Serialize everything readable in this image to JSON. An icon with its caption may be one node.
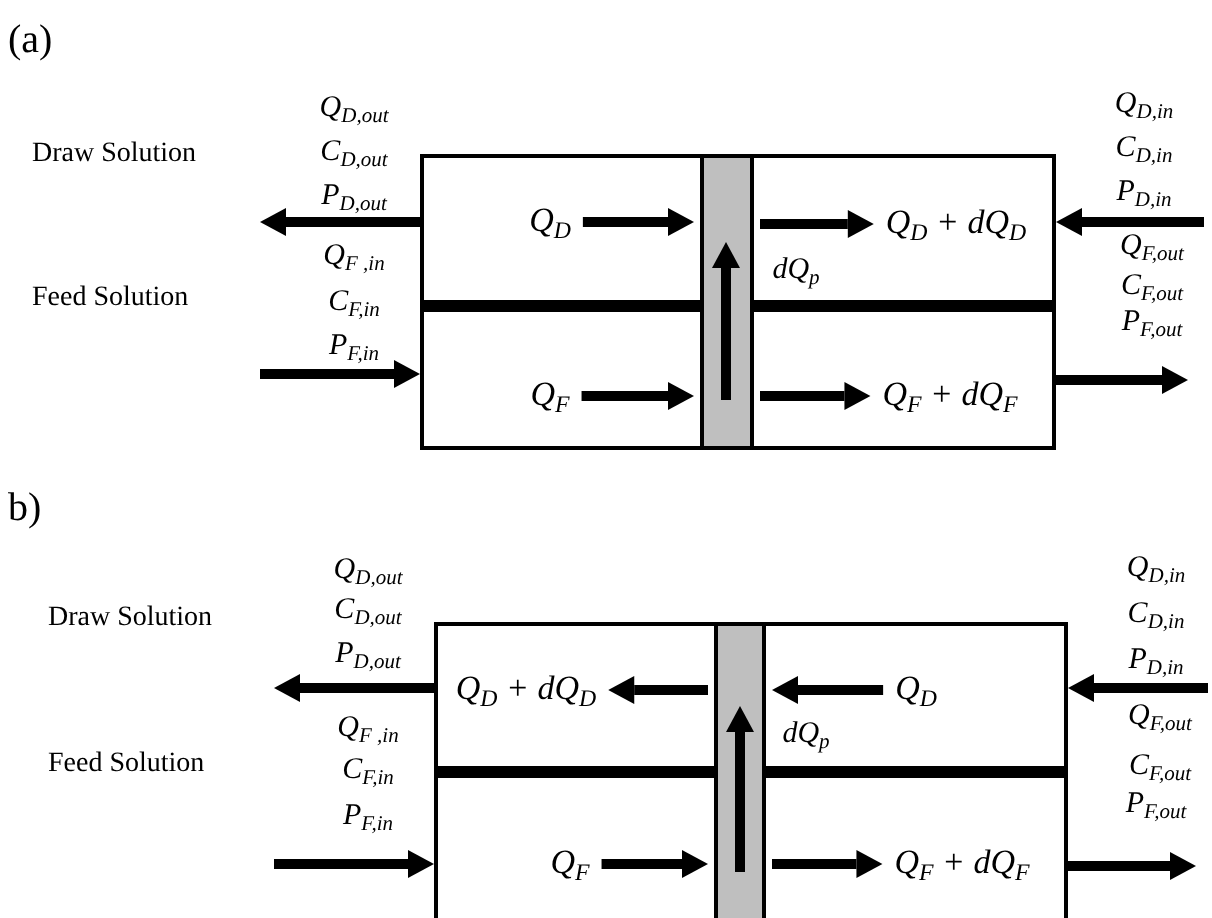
{
  "diagram": {
    "nodes": [
      {
        "text": [],
        "shape": "box"
      },
      {
        "text": [],
        "shape": "bar",
        "in": 0,
        "beside": [
          "dQ$_{p}$"
        ]
      },
      {
        "text": [
          "Q$_{D}$"
        ],
        "in": 0
      },
      {
        "text": [
          "Q$_{D}$ + dQ$_{D}$"
        ],
        "in": 0
      },
      {
        "text": [
          "Q$_{F}$"
        ],
        "in": 0
      },
      {
        "text": [
          "Q$_{F}$ + dQ$_{F}$"
        ],
        "in": 0
      },
      {
        "text": [],
        "shape": "box"
      },
      {
        "text": [],
        "shape": "bar",
        "in": 6,
        "beside": [
          "dQ$_{p}$"
        ]
      },
      {
        "text": [
          "Q$_{D}$ + dQ$_{D}$"
        ],
        "in": 6
      },
      {
        "text": [
          "Q$_{D}$"
        ],
        "in": 6
      },
      {
        "text": [
          "Q$_{F}$"
        ],
        "in": 6
      },
      {
        "text": [
          "Q$_{F}$ + dQ$_{F}$"
        ],
        "in": 6
      }
    ],
    "edges": [
      {
        "from": 2,
        "to": 1,
        "arrow": "to"
      },
      {
        "from": 1,
        "to": 3,
        "arrow": "to"
      },
      {
        "from": 4,
        "to": 1,
        "arrow": "to"
      },
      {
        "from": 1,
        "to": 5,
        "arrow": "to"
      },
      {
        "from": 0,
        "to": null,
        "arrow": "to"
      },
      {
        "from": null,
        "to": 0,
        "arrow": "to"
      },
      {
        "from": null,
        "to": 0,
        "arrow": "to"
      },
      {
        "from": 0,
        "to": null,
        "arrow": "to"
      },
      {
        "from": 9,
        "to": 7,
        "arrow": "to"
      },
      {
        "from": 7,
        "to": 8,
        "arrow": "to"
      },
      {
        "from": 10,
        "to": 7,
        "arrow": "to"
      },
      {
        "from": 7,
        "to": 11,
        "arrow": "to"
      },
      {
        "from": 6,
        "to": null,
        "arrow": "to"
      },
      {
        "from": null,
        "to": 6,
        "arrow": "to"
      },
      {
        "from": null,
        "to": 6,
        "arrow": "to"
      },
      {
        "from": 6,
        "to": null,
        "arrow": "to"
      }
    ],
    "labels": [
      "(a)",
      "Q$_{D,out}$",
      "Q$_{D,in}$",
      "Draw Solution",
      "C$_{D,out}$",
      "C$_{D,in}$",
      "P$_{D,out}$",
      "P$_{D,in}$",
      "Q$_{F ,in}$",
      "Q$_{F,out}$",
      "Feed Solution",
      "C$_{F,in}$",
      "C$_{F,out}$",
      "P$_{F,in}$",
      "P$_{F,out}$",
      "b)",
      "Q$_{D,out}$",
      "Q$_{D,in}$",
      "Draw Solution",
      "C$_{D,out}$",
      "C$_{D,in}$",
      "P$_{D,out}$",
      "P$_{D,in}$",
      "Q$_{F ,in}$",
      "Q$_{F,out}$",
      "Feed Solution",
      "C$_{F,in}$",
      "C$_{F,out}$",
      "P$_{F,in}$",
      "P$_{F,out}$"
    ]
  }
}
